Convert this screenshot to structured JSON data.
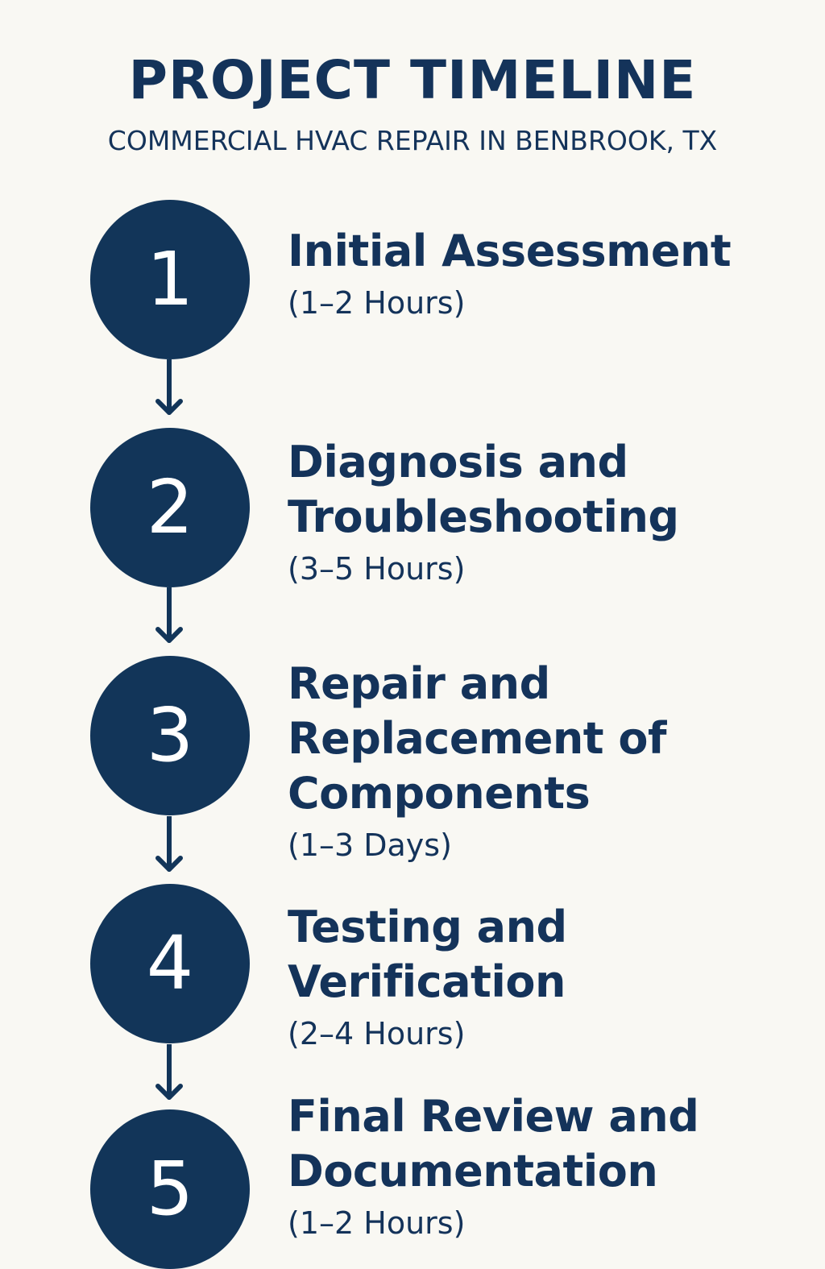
{
  "header": {
    "title": "PROJECT TIMELINE",
    "subtitle": "COMMERCIAL HVAC REPAIR IN BENBROOK, TX"
  },
  "steps": [
    {
      "number": "1",
      "title": "Initial Assessment",
      "duration": "(1–2 Hours)"
    },
    {
      "number": "2",
      "title": "Diagnosis and Troubleshooting",
      "duration": "(3–5 Hours)"
    },
    {
      "number": "3",
      "title": "Repair and Replacement of Components",
      "duration": "(1–3 Days)"
    },
    {
      "number": "4",
      "title": "Testing and Verification",
      "duration": "(2–4 Hours)"
    },
    {
      "number": "5",
      "title": "Final Review and Documentation",
      "duration": "(1–2 Hours)"
    }
  ],
  "colors": {
    "background": "#f9f8f3",
    "navy": "#123559",
    "text": "#14335a"
  },
  "icons": {
    "connector": "arrow-down-icon"
  }
}
